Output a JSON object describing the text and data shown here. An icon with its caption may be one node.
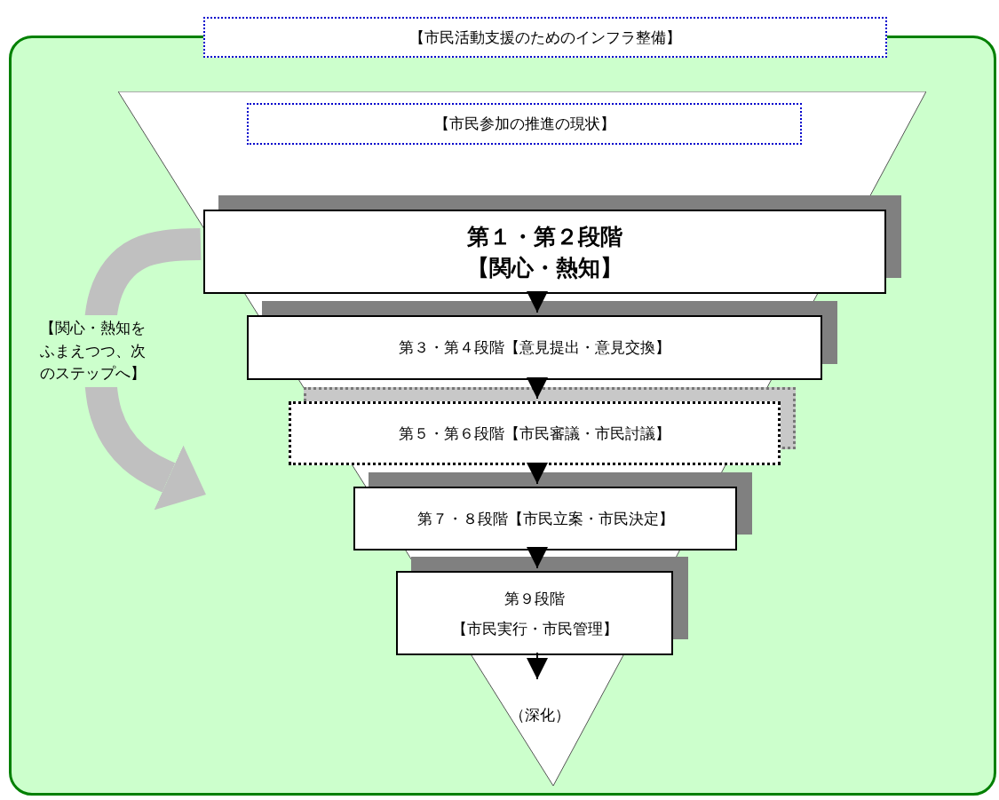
{
  "diagram": {
    "nodes": [
      {
        "text": [
          "【市民活動支援のためのインフラ整備】"
        ]
      },
      {
        "text": [
          "【市民参加の推進の現状】"
        ],
        "in": 0
      },
      {
        "text": [
          "第１・第２段階",
          "【関心・熱知】"
        ],
        "in": 1
      },
      {
        "text": [
          "第３・第４段階【意見提出・意見交換】"
        ],
        "in": 1
      },
      {
        "text": [
          "第５・第６段階【市民審議・市民討議】"
        ],
        "in": 1
      },
      {
        "text": [
          "第７・８段階【市民立案・市民決定】"
        ],
        "in": 1
      },
      {
        "text": [
          "第９段階",
          "【市民実行・市民管理】"
        ],
        "in": 1
      },
      {
        "text": [
          "（深化）"
        ],
        "in": 1
      }
    ],
    "edges": [
      {
        "from": 2,
        "to": 3,
        "arrow": "to"
      },
      {
        "from": 3,
        "to": 4,
        "arrow": "to"
      },
      {
        "from": 4,
        "to": 5,
        "arrow": "to"
      },
      {
        "from": 5,
        "to": 6,
        "arrow": "to"
      },
      {
        "from": 6,
        "to": 7,
        "arrow": "to"
      },
      {
        "from": 2,
        "to": null,
        "arrow": "to",
        "label": "【関心・熱知をふまえつつ、次のステップへ】",
        "style": "thick",
        "color": "#c0c0c0"
      }
    ]
  }
}
